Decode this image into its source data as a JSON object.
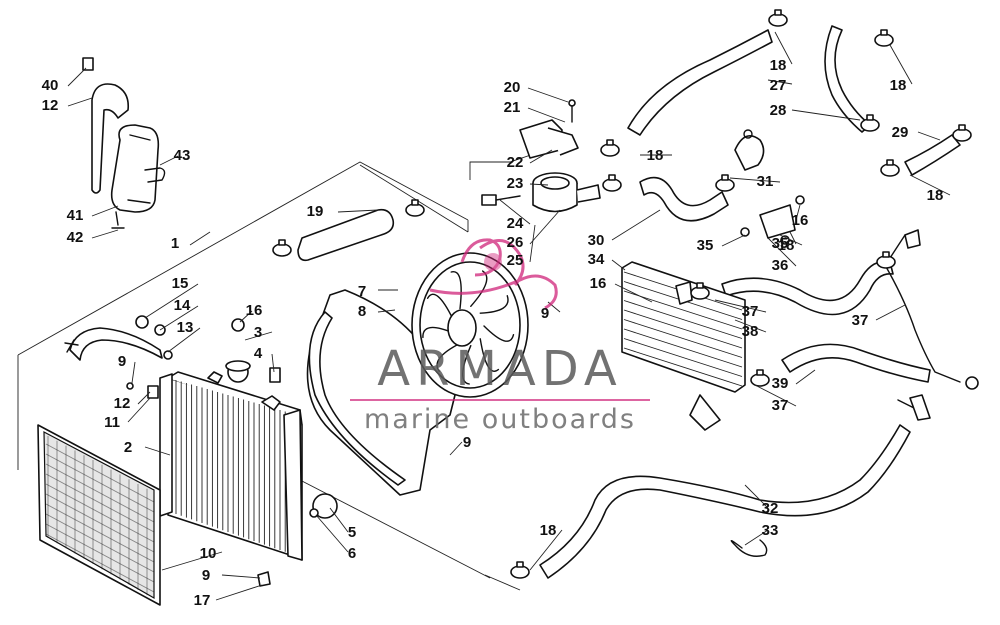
{
  "diagram": {
    "callouts": [
      "1",
      "2",
      "3",
      "4",
      "5",
      "6",
      "7",
      "8",
      "9",
      "9",
      "9",
      "9",
      "10",
      "11",
      "12",
      "12",
      "13",
      "14",
      "15",
      "16",
      "16",
      "16",
      "17",
      "18",
      "18",
      "18",
      "18",
      "18",
      "18",
      "19",
      "20",
      "21",
      "22",
      "23",
      "24",
      "25",
      "26",
      "27",
      "28",
      "29",
      "30",
      "31",
      "32",
      "33",
      "34",
      "35",
      "35",
      "36",
      "37",
      "37",
      "37",
      "38",
      "39",
      "40",
      "41",
      "42",
      "43"
    ]
  },
  "watermark": {
    "title": "ARMADA",
    "subtitle": "marine outboards",
    "accent_color": "#d0257a",
    "text_color": "#5a5a5a"
  }
}
